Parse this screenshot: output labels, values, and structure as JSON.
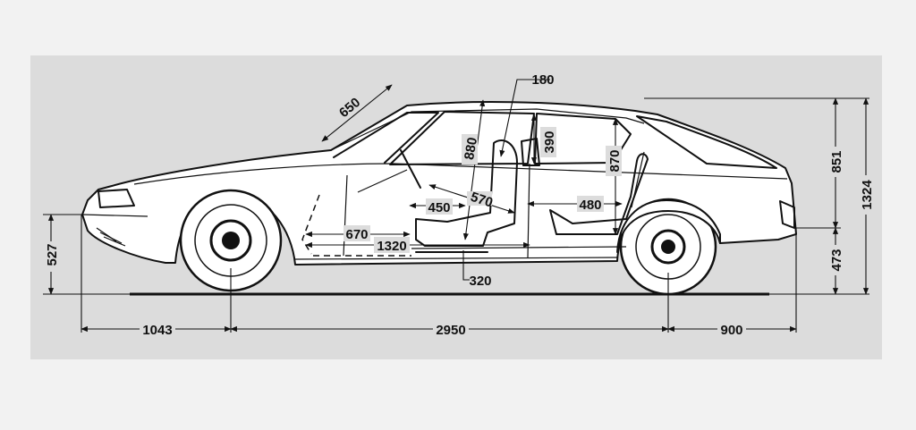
{
  "dimensions": {
    "front_overhang": "1043",
    "wheelbase": "2950",
    "rear_overhang": "900",
    "front_bumper_height": "527",
    "rear_bumper_height": "473",
    "upper_body_height": "851",
    "overall_height": "1324",
    "windscreen_length": "650",
    "headroom_top": "180",
    "front_headroom": "880",
    "rear_headroom": "390",
    "rear_seat_height": "870",
    "seatback_length": "570",
    "rear_legroom": "480",
    "seat_depth": "450",
    "pedal_distance": "670",
    "cabin_length": "1320",
    "floor_step": "320"
  },
  "colors": {
    "paper": "#f2f2f2",
    "sheet": "#dcdcdc",
    "ink": "#111111",
    "paint": "#ffffff"
  }
}
